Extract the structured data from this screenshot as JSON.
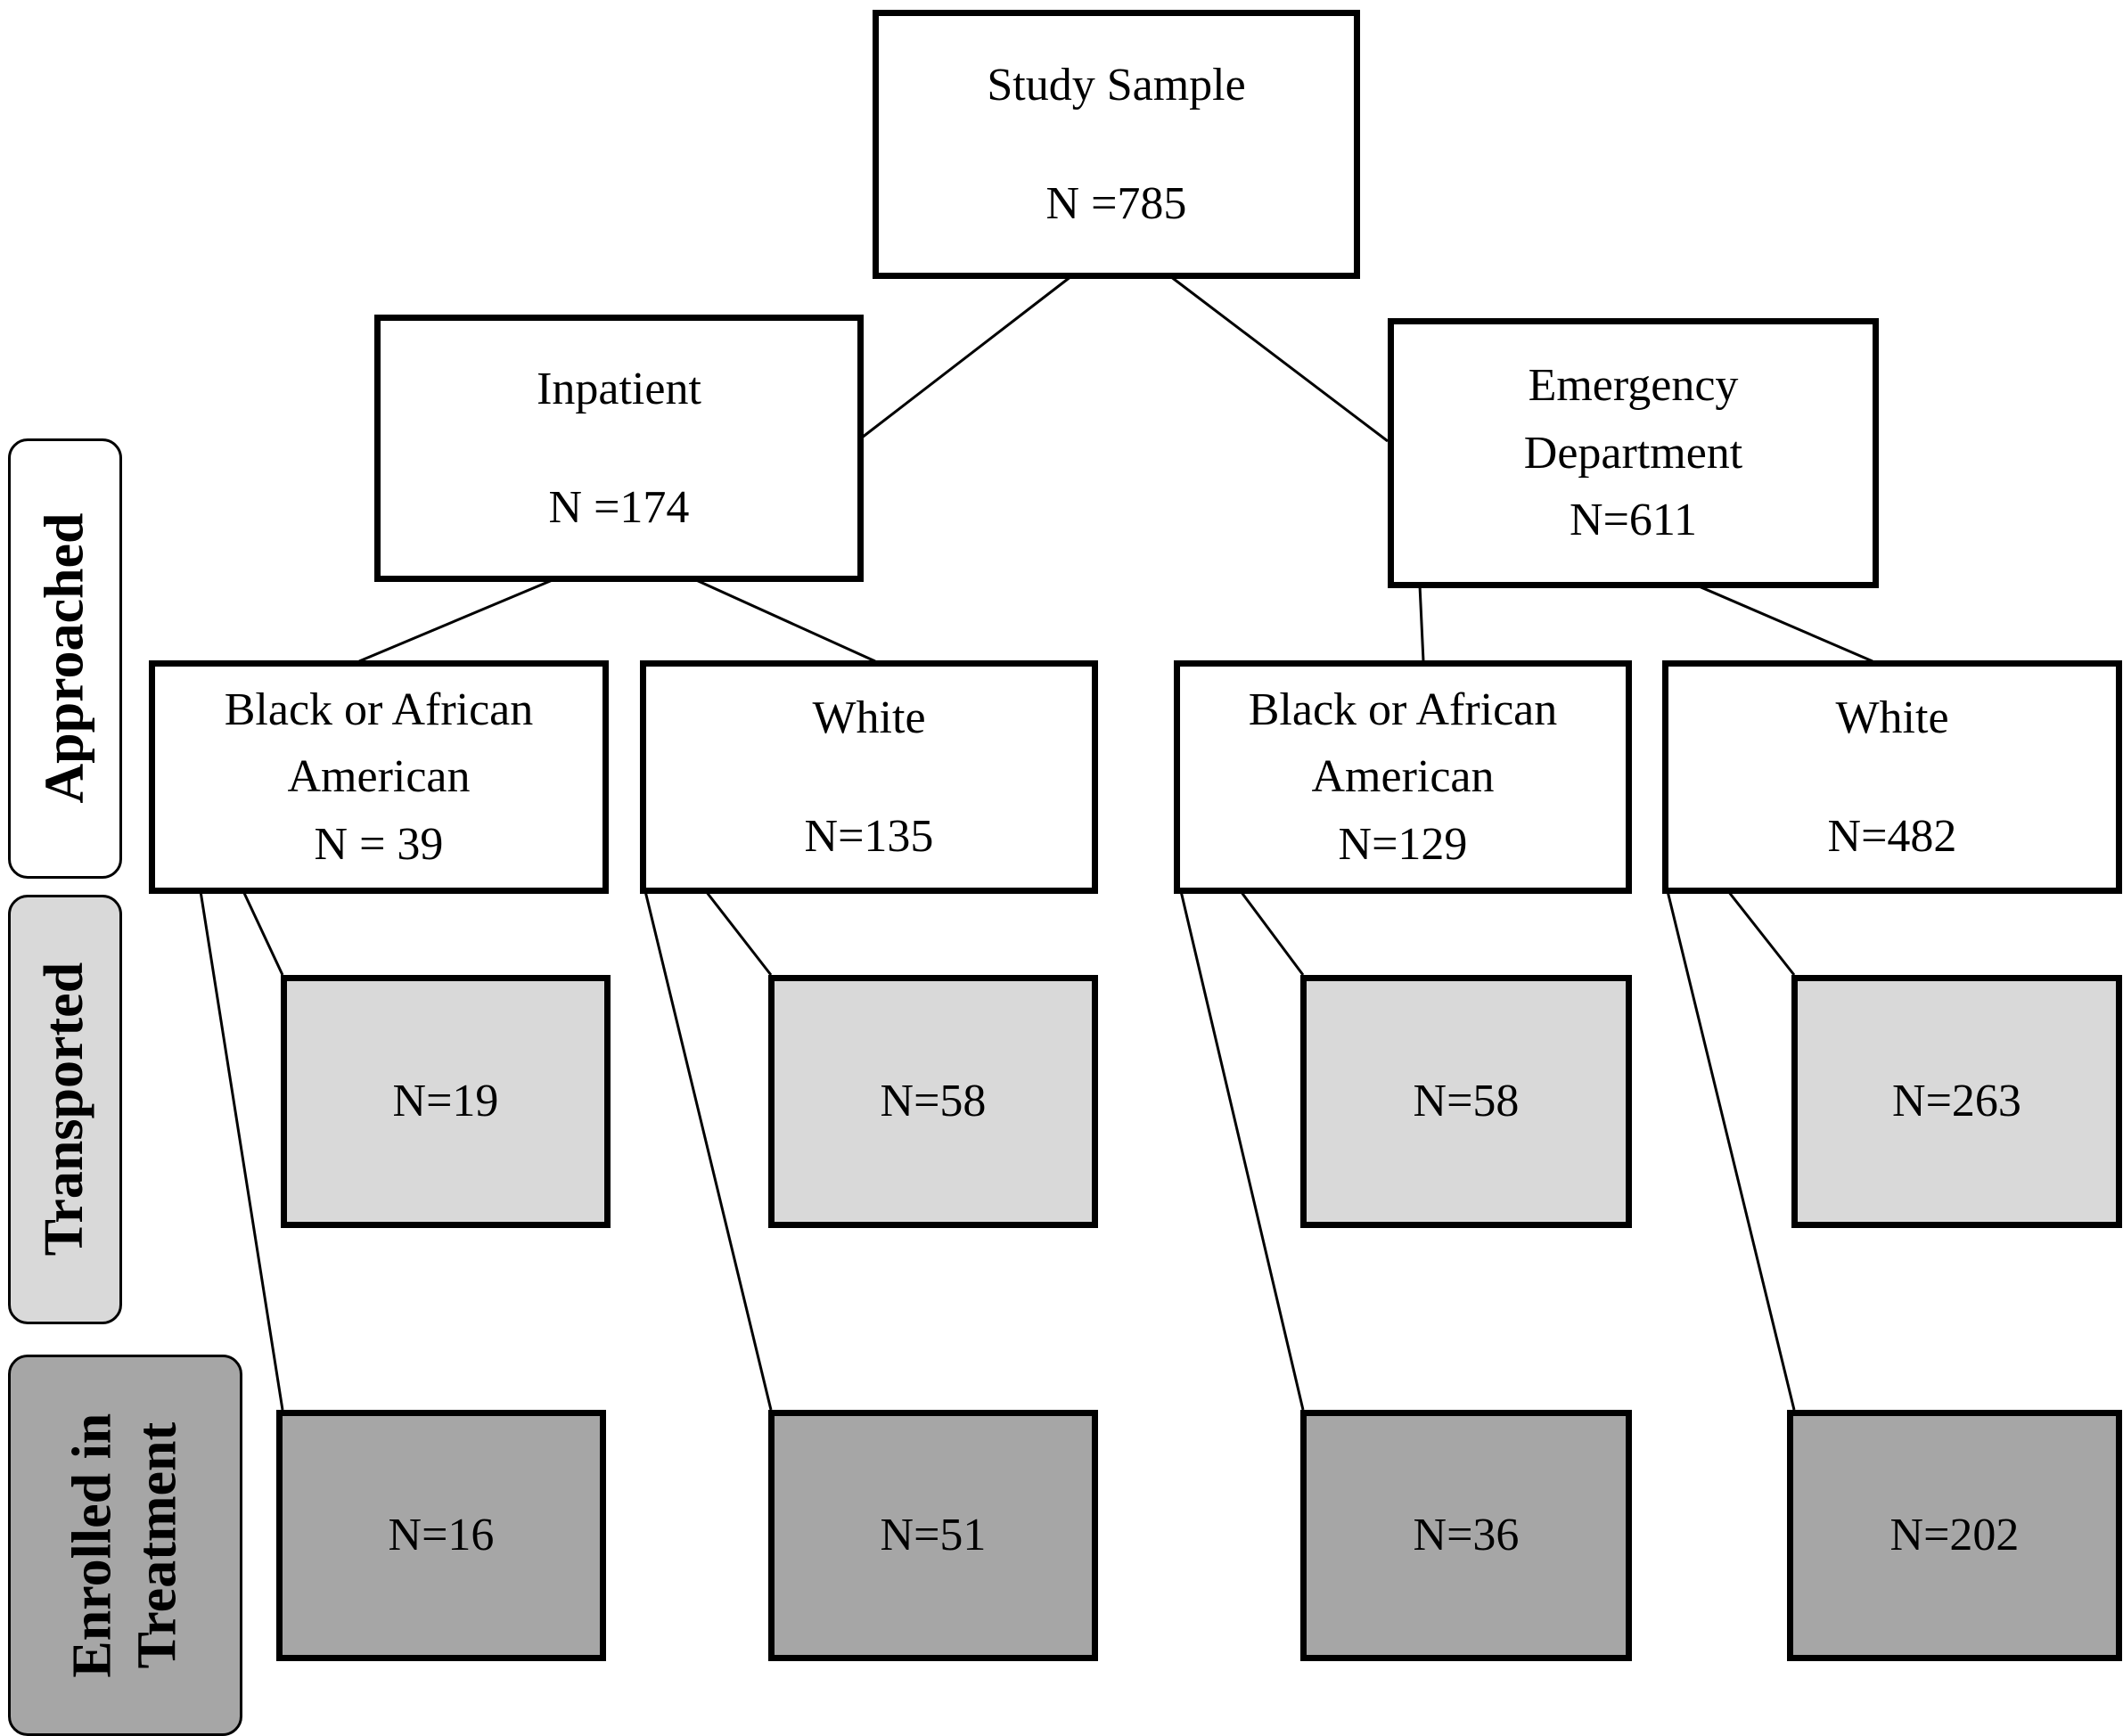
{
  "stages": {
    "approached": "Approached",
    "transported": "Transported",
    "enrolled_line1": "Enrolled in",
    "enrolled_line2": "Treatment"
  },
  "colors": {
    "approached": "#ffffff",
    "transported": "#d9d9d9",
    "enrolled": "#a6a6a6"
  },
  "root": {
    "label": "Study Sample",
    "n": "N =785"
  },
  "inpatient": {
    "label": "Inpatient",
    "n": "N =174",
    "black": {
      "label_line1": "Black or African",
      "label_line2": "American",
      "n": "N = 39",
      "transported": "N=19",
      "enrolled": "N=16"
    },
    "white": {
      "label": "White",
      "n": "N=135",
      "transported": "N=58",
      "enrolled": "N=51"
    }
  },
  "emergency": {
    "label_line1": "Emergency",
    "label_line2": "Department",
    "n": "N=611",
    "black": {
      "label_line1": "Black or African",
      "label_line2": "American",
      "n": "N=129",
      "transported": "N=58",
      "enrolled": "N=36"
    },
    "white": {
      "label": "White",
      "n": "N=482",
      "transported": "N=263",
      "enrolled": "N=202"
    }
  }
}
